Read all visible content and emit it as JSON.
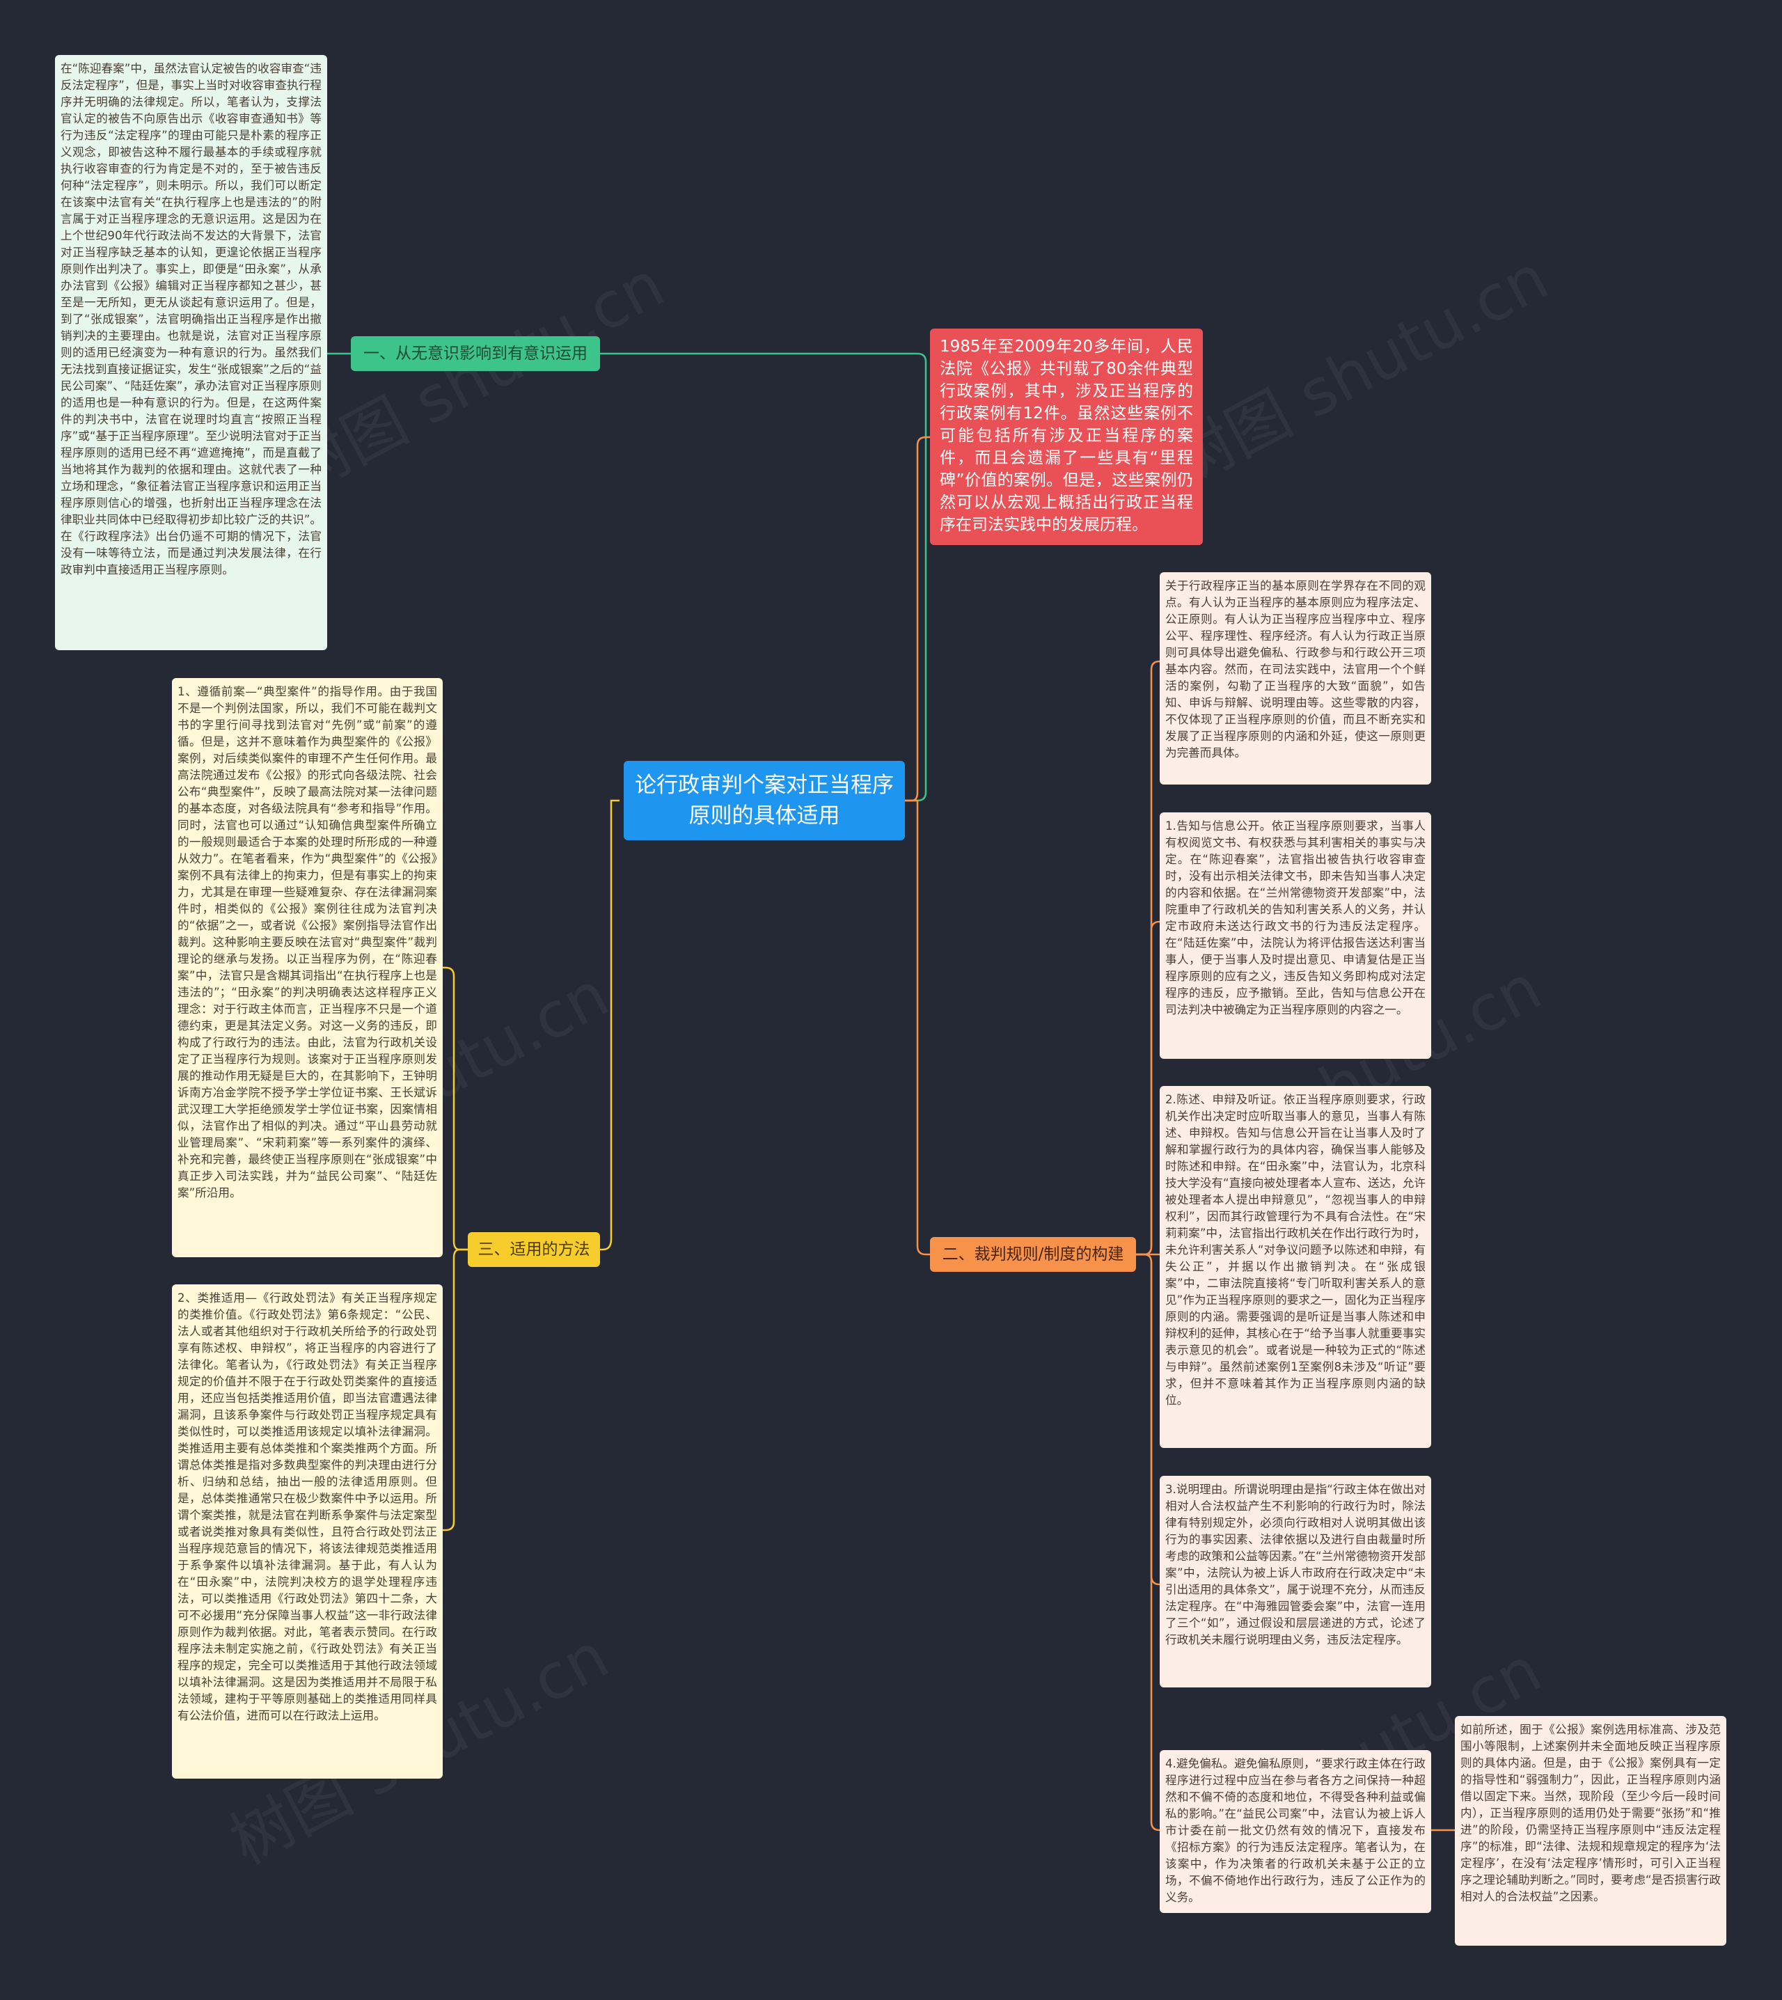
{
  "colors": {
    "background": "#252935",
    "root": "#1e96f0",
    "branch_green": "#3dc48a",
    "branch_yellow": "#f6cd2c",
    "branch_orange": "#f7924a",
    "node_red": "#e95156",
    "edge_green": "#3dc48a",
    "edge_yellow": "#f6cd2c",
    "edge_orange": "#f7924a"
  },
  "root": {
    "title": "论行政审判个案对正当程序原则的具体适用"
  },
  "intro": {
    "text": "1985年至2009年20多年间，人民法院《公报》共刊载了80余件典型行政案例，其中，涉及正当程序的行政案例有12件。虽然这些案例不可能包括所有涉及正当程序的案件，而且会遗漏了一些具有“里程碑”价值的案例。但是，这些案例仍然可以从宏观上概括出行政正当程序在司法实践中的发展历程。"
  },
  "branch1": {
    "label": "一、从无意识影响到有意识运用",
    "leaf": "在“陈迎春案”中，虽然法官认定被告的收容审查“违反法定程序”，但是，事实上当时对收容审查执行程序并无明确的法律规定。所以，笔者认为，支撑法官认定的被告不向原告出示《收容审查通知书》等行为违反“法定程序”的理由可能只是朴素的程序正义观念，即被告这种不履行最基本的手续或程序就执行收容审查的行为肯定是不对的，至于被告违反何种“法定程序”，则未明示。所以，我们可以断定在该案中法官有关“在执行程序上也是违法的”的附言属于对正当程序理念的无意识运用。这是因为在上个世纪90年代行政法尚不发达的大背景下，法官对正当程序缺乏基本的认知，更遑论依据正当程序原则作出判决了。事实上，即便是“田永案”，从承办法官到《公报》编辑对正当程序都知之甚少，甚至是一无所知，更无从谈起有意识运用了。但是，到了“张成银案”，法官明确指出正当程序是作出撤销判决的主要理由。也就是说，法官对正当程序原则的适用已经演变为一种有意识的行为。虽然我们无法找到直接证据证实，发生“张成银案”之后的“益民公司案”、“陆廷佐案”，承办法官对正当程序原则的适用也是一种有意识的行为。但是，在这两件案件的判决书中，法官在说理时均直言“按照正当程序”或“基于正当程序原理”。至少说明法官对于正当程序原则的适用已经不再“遮遮掩掩”，而是直截了当地将其作为裁判的依据和理由。这就代表了一种立场和理念，“象征着法官正当程序意识和运用正当程序原则信心的增强，也折射出正当程序理念在法律职业共同体中已经取得初步却比较广泛的共识”。在《行政程序法》出台仍遥不可期的情况下，法官没有一味等待立法，而是通过判决发展法律，在行政审判中直接适用正当程序原则。"
  },
  "branch2": {
    "label": "二、裁判规则/制度的构建",
    "leaves": [
      "关于行政程序正当的基本原则在学界存在不同的观点。有人认为正当程序的基本原则应为程序法定、公正原则。有人认为正当程序应当程序中立、程序公平、程序理性、程序经济。有人认为行政正当原则可具体导出避免偏私、行政参与和行政公开三项基本内容。然而，在司法实践中，法官用一个个鲜活的案例，勾勒了正当程序的大致“面貌”，如告知、申诉与辩解、说明理由等。这些零散的内容，不仅体现了正当程序原则的价值，而且不断充实和发展了正当程序原则的内涵和外延，使这一原则更为完善而具体。",
      "1.告知与信息公开。依正当程序原则要求，当事人有权阅览文书、有权获悉与其利害相关的事实与决定。在“陈迎春案”，法官指出被告执行收容审查时，没有出示相关法律文书，即未告知当事人决定的内容和依据。在“兰州常德物资开发部案”中，法院重申了行政机关的告知利害关系人的义务，并认定市政府未送达行政文书的行为违反法定程序。在“陆廷佐案”中，法院认为将评估报告送达利害当事人，便于当事人及时提出意见、申请复估是正当程序原则的应有之义，违反告知义务即构成对法定程序的违反，应予撤销。至此，告知与信息公开在司法判决中被确定为正当程序原则的内容之一。",
      "2.陈述、申辩及听证。依正当程序原则要求，行政机关作出决定时应听取当事人的意见，当事人有陈述、申辩权。告知与信息公开旨在让当事人及时了解和掌握行政行为的具体内容，确保当事人能够及时陈述和申辩。在“田永案”中，法官认为，北京科技大学没有“直接向被处理者本人宣布、送达，允许被处理者本人提出申辩意见”，“忽视当事人的申辩权利”，因而其行政管理行为不具有合法性。在“宋莉莉案”中，法官指出行政机关在作出行政行为时，未允许利害关系人“对争议问题予以陈述和申辩，有失公正”，并据以作出撤销判决。在“张成银案”中，二审法院直接将“专门听取利害关系人的意见”作为正当程序原则的要求之一，固化为正当程序原则的内涵。需要强调的是听证是当事人陈述和申辩权利的延伸，其核心在于“给予当事人就重要事实表示意见的机会”。或者说是一种较为正式的“陈述与申辩”。虽然前述案例1至案例8未涉及“听证”要求，但并不意味着其作为正当程序原则内涵的缺位。",
      "3.说明理由。所谓说明理由是指“行政主体在做出对相对人合法权益产生不利影响的行政行为时，除法律有特别规定外，必须向行政相对人说明其做出该行为的事实因素、法律依据以及进行自由裁量时所考虑的政策和公益等因素。”在“兰州常德物资开发部案”中，法院认为被上诉人市政府在行政决定中“未引出适用的具体条文”，属于说理不充分，从而违反法定程序。在“中海雅园管委会案”中，法官一连用了三个“如”，通过假设和层层递进的方式，论述了行政机关未履行说明理由义务，违反法定程序。",
      "4.避免偏私。避免偏私原则，“要求行政主体在行政程序进行过程中应当在参与者各方之间保持一种超然和不偏不倚的态度和地位，不得受各种利益或偏私的影响。”在“益民公司案”中，法官认为被上诉人市计委在前一批文仍然有效的情况下，直接发布《招标方案》的行为违反法定程序。笔者认为，在该案中，作为决策者的行政机关未基于公正的立场，不偏不倚地作出行政行为，违反了公正作为的义务。"
    ],
    "tail": "如前所述，囿于《公报》案例选用标准高、涉及范围小等限制，上述案例并未全面地反映正当程序原则的具体内涵。但是，由于《公报》案例具有一定的指导性和“弱强制力”，因此，正当程序原则内涵借以固定下来。当然，现阶段（至少今后一段时间内），正当程序原则的适用仍处于需要“张扬”和“推进”的阶段，仍需坚持正当程序原则中“违反法定程序”的标准，即“法律、法规和规章规定的程序为‘法定程序’，在没有‘法定程序’情形时，可引入正当程序之理论辅助判断之。”同时，要考虑“是否损害行政相对人的合法权益”之因素。"
  },
  "branch3": {
    "label": "三、适用的方法",
    "leaves": [
      "1、遵循前案—“典型案件”的指导作用。由于我国不是一个判例法国家，所以，我们不可能在裁判文书的字里行间寻找到法官对“先例”或“前案”的遵循。但是，这并不意味着作为典型案件的《公报》案例，对后续类似案件的审理不产生任何作用。最高法院通过发布《公报》的形式向各级法院、社会公布“典型案件”，反映了最高法院对某一法律问题的基本态度，对各级法院具有“参考和指导”作用。同时，法官也可以通过“认知确信典型案件所确立的一般规则最适合于本案的处理时所形成的一种遵从效力”。在笔者看来，作为“典型案件”的《公报》案例不具有法律上的拘束力，但是有事实上的拘束力，尤其是在审理一些疑难复杂、存在法律漏洞案件时，相类似的《公报》案例往往成为法官判决的“依据”之一，或者说《公报》案例指导法官作出裁判。这种影响主要反映在法官对“典型案件”裁判理论的继承与发扬。以正当程序为例，在“陈迎春案”中，法官只是含糊其词指出“在执行程序上也是违法的”；“田永案”的判决明确表达这样程序正义理念：对于行政主体而言，正当程序不只是一个道德约束，更是其法定义务。对这一义务的违反，即构成了行政行为的违法。由此，法官为行政机关设定了正当程序行为规则。该案对于正当程序原则发展的推动作用无疑是巨大的，在其影响下，王钟明诉南方冶金学院不授予学士学位证书案、王长斌诉武汉理工大学拒绝颁发学士学位证书案，因案情相似，法官作出了相似的判决。通过“平山县劳动就业管理局案”、“宋莉莉案”等一系列案件的演绎、补充和完善，最终使正当程序原则在“张成银案”中真正步入司法实践，并为“益民公司案”、“陆廷佐案”所沿用。",
      "2、类推适用—《行政处罚法》有关正当程序规定的类推价值。《行政处罚法》第6条规定：“公民、法人或者其他组织对于行政机关所给予的行政处罚享有陈述权、申辩权”，将正当程序的内容进行了法律化。笔者认为，《行政处罚法》有关正当程序规定的价值并不限于在于行政处罚类案件的直接适用，还应当包括类推适用价值，即当法官遭遇法律漏洞，且该系争案件与行政处罚正当程序规定具有类似性时，可以类推适用该规定以填补法律漏洞。类推适用主要有总体类推和个案类推两个方面。所谓总体类推是指对多数典型案件的判决理由进行分析、归纳和总结，抽出一般的法律适用原则。但是，总体类推通常只在极少数案件中予以运用。所谓个案类推，就是法官在判断系争案件与法定案型或者说类推对象具有类似性，且符合行政处罚法正当程序规范意旨的情况下，将该法律规范类推适用于系争案件以填补法律漏洞。基于此，有人认为在“田永案”中，法院判决校方的退学处理程序违法，可以类推适用《行政处罚法》第四十二条，大可不必援用“充分保障当事人权益”这一非行政法律原则作为裁判依据。对此，笔者表示赞同。在行政程序法未制定实施之前，《行政处罚法》有关正当程序的规定，完全可以类推适用于其他行政法领域以填补法律漏洞。这是因为类推适用并不局限于私法领域，建构于平等原则基础上的类推适用同样具有公法价值，进而可以在行政法上运用。"
    ]
  }
}
